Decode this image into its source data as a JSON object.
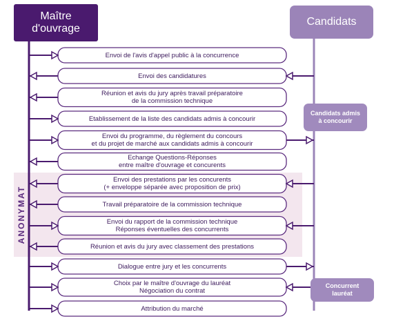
{
  "headers": {
    "maitre_line1": "Maître",
    "maitre_line2": "d'ouvrage",
    "candidats": "Candidats"
  },
  "side_labels": {
    "admis_line1": "Candidats admis",
    "admis_line2": "à concourir",
    "laureat_line1": "Concurrent",
    "laureat_line2": "lauréat"
  },
  "anonymat": "ANONYMAT",
  "steps": [
    {
      "lines": [
        "Envoi de l'avis d'appel public à la concurrence"
      ]
    },
    {
      "lines": [
        "Envoi des candidatures"
      ]
    },
    {
      "lines": [
        "Réunion et avis du jury après travail préparatoire",
        "de la commission technique"
      ]
    },
    {
      "lines": [
        "Etablissement de la liste des candidats admis à concourir"
      ]
    },
    {
      "lines": [
        "Envoi du programme, du règlement du concours",
        "et du projet de marché aux candidats admis à concourir"
      ]
    },
    {
      "lines": [
        "Echange Questions-Réponses",
        "entre maître d'ouvrage et concurents"
      ]
    },
    {
      "lines": [
        "Envoi des prestations par les concurents",
        "(+ enveloppe séparée avec proposition de prix)"
      ]
    },
    {
      "lines": [
        "Travail préparatoire de la commission technique"
      ]
    },
    {
      "lines": [
        "Envoi du rapport de la commission technique",
        "Réponses éventuelles des concurrents"
      ]
    },
    {
      "lines": [
        "Réunion et avis du jury avec classement des prestations"
      ]
    },
    {
      "lines": [
        "Dialogue entre jury et les concurrents"
      ]
    },
    {
      "lines": [
        "Choix par le maître d'ouvrage du lauréat",
        "Négociation du contrat"
      ]
    },
    {
      "lines": [
        "Attribution du marché"
      ]
    }
  ],
  "colors": {
    "dark_purple": "#4a1a6e",
    "light_purple": "#9b84b8",
    "anonymat_band": "#f3e6ee",
    "box_border": "#5a2a7e"
  }
}
